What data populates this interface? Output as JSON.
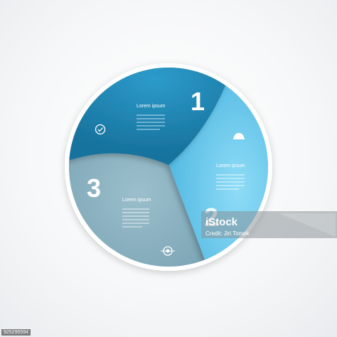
{
  "segments": [
    {
      "number": "1",
      "title": "Lorem ipsum",
      "icon": "medal-icon",
      "color": "#1f86b3"
    },
    {
      "number": "2",
      "title": "Lorem ipsum",
      "icon": "helmet-icon",
      "color": "#5cc3e9"
    },
    {
      "number": "3",
      "title": "Lorem ipsum",
      "icon": "target-icon",
      "color": "#7fa9ba"
    }
  ],
  "watermark": {
    "brand": "iStock",
    "credit": "Credit: Jiri Tomek"
  },
  "stock_id": "925295594"
}
